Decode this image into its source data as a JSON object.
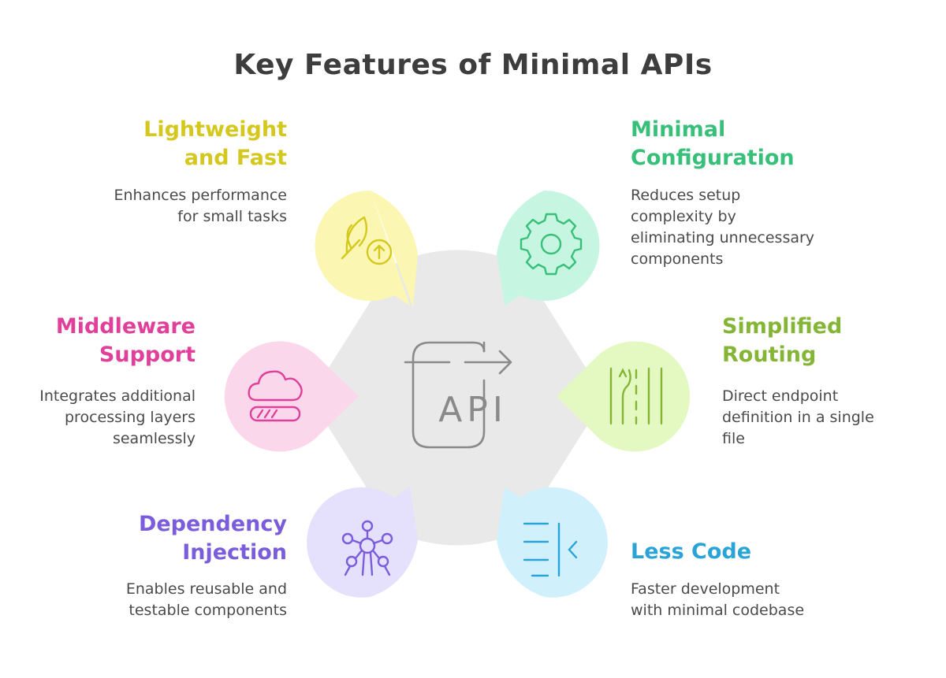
{
  "title": "Key Features of Minimal APIs",
  "center": {
    "label": "API",
    "icon": "api-document-arrow-icon"
  },
  "features": [
    {
      "id": "lightweight",
      "title": "Lightweight\nand Fast",
      "description": "Enhances performance\nfor small tasks",
      "color": "#d4c81e",
      "fill": "#fbf6b2",
      "icon": "feather-upload-icon"
    },
    {
      "id": "minimal-config",
      "title": "Minimal\nConfiguration",
      "description": "Reduces setup\ncomplexity by\neliminating unnecessary\ncomponents",
      "color": "#38c07a",
      "fill": "#c6f6e2",
      "icon": "gear-icon"
    },
    {
      "id": "simplified-routing",
      "title": "Simplified\nRouting",
      "description": "Direct endpoint\ndefinition in a single\nfile",
      "color": "#84b536",
      "fill": "#e4f8c2",
      "icon": "road-lanes-icon"
    },
    {
      "id": "less-code",
      "title": "Less Code",
      "description": "Faster development\nwith minimal codebase",
      "color": "#2aa3d6",
      "fill": "#d0f0fb",
      "icon": "collapse-lines-icon"
    },
    {
      "id": "dependency-injection",
      "title": "Dependency\nInjection",
      "description": "Enables reusable and\ntestable components",
      "color": "#7a5cdc",
      "fill": "#e5e0fb",
      "icon": "molecule-network-icon"
    },
    {
      "id": "middleware-support",
      "title": "Middleware\nSupport",
      "description": "Integrates additional\nprocessing layers\nseamlessly",
      "color": "#e0409a",
      "fill": "#fbd7ec",
      "icon": "cloud-progress-icon"
    }
  ]
}
